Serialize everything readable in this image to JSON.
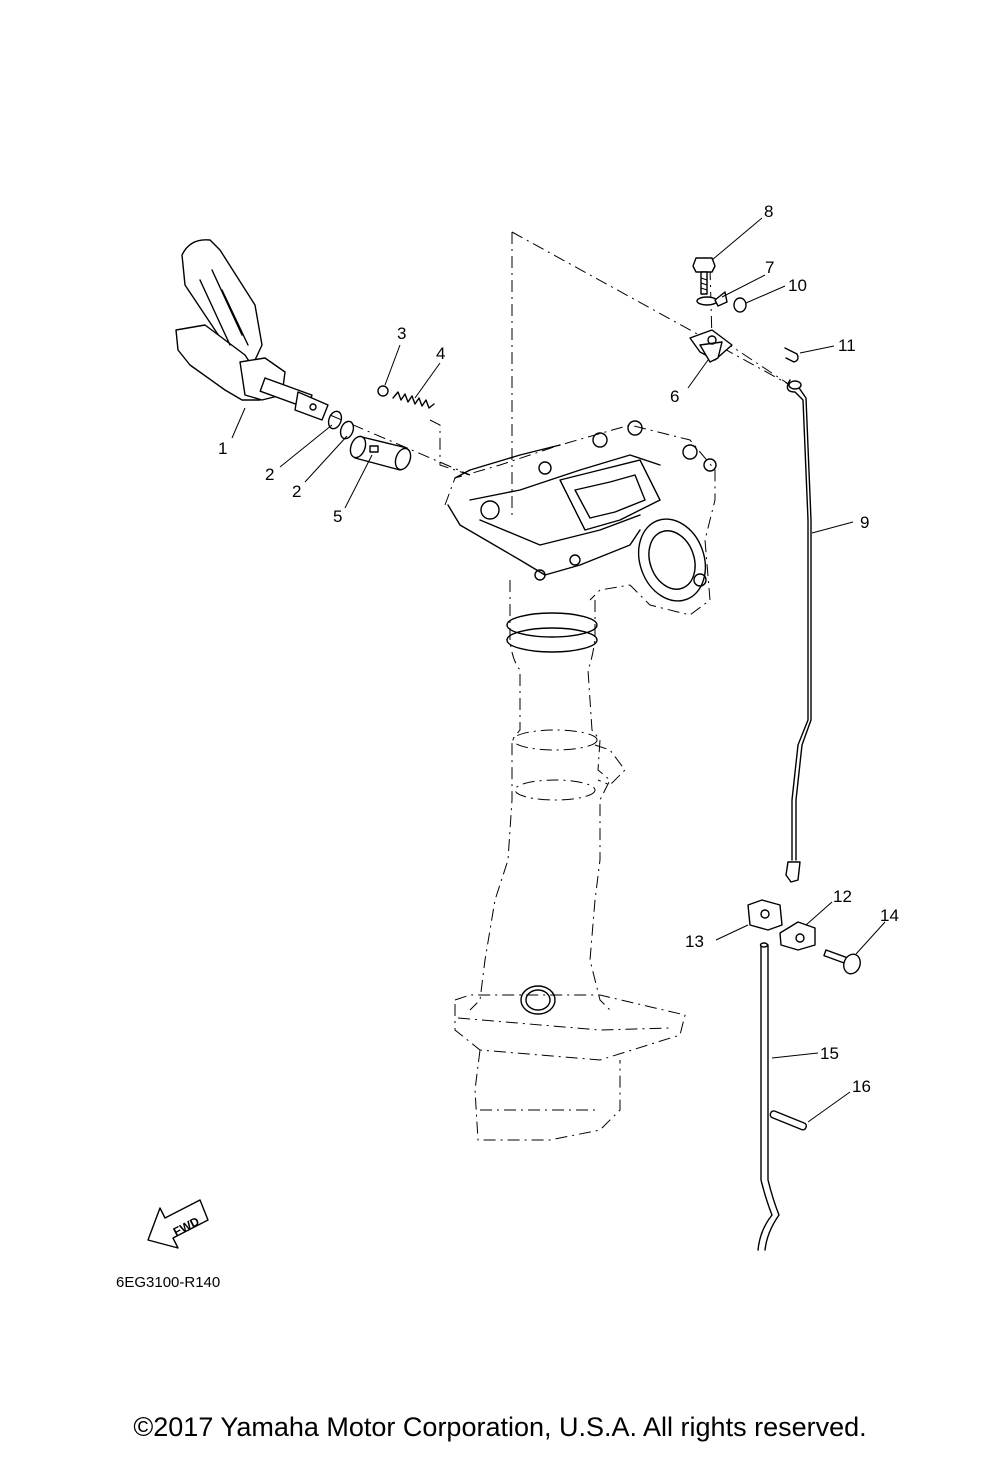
{
  "diagram": {
    "part_code": "6EG3100-R140",
    "fwd_label": "FWD",
    "callouts": [
      {
        "id": "c1",
        "label": "1"
      },
      {
        "id": "c2a",
        "label": "2"
      },
      {
        "id": "c2b",
        "label": "2"
      },
      {
        "id": "c3",
        "label": "3"
      },
      {
        "id": "c4",
        "label": "4"
      },
      {
        "id": "c5",
        "label": "5"
      },
      {
        "id": "c6",
        "label": "6"
      },
      {
        "id": "c7",
        "label": "7"
      },
      {
        "id": "c8",
        "label": "8"
      },
      {
        "id": "c9",
        "label": "9"
      },
      {
        "id": "c10",
        "label": "10"
      },
      {
        "id": "c11",
        "label": "11"
      },
      {
        "id": "c12",
        "label": "12"
      },
      {
        "id": "c13",
        "label": "13"
      },
      {
        "id": "c14",
        "label": "14"
      },
      {
        "id": "c15",
        "label": "15"
      },
      {
        "id": "c16",
        "label": "16"
      }
    ]
  },
  "footer": {
    "copyright": "©2017 Yamaha Motor Corporation, U.S.A. All rights reserved."
  }
}
